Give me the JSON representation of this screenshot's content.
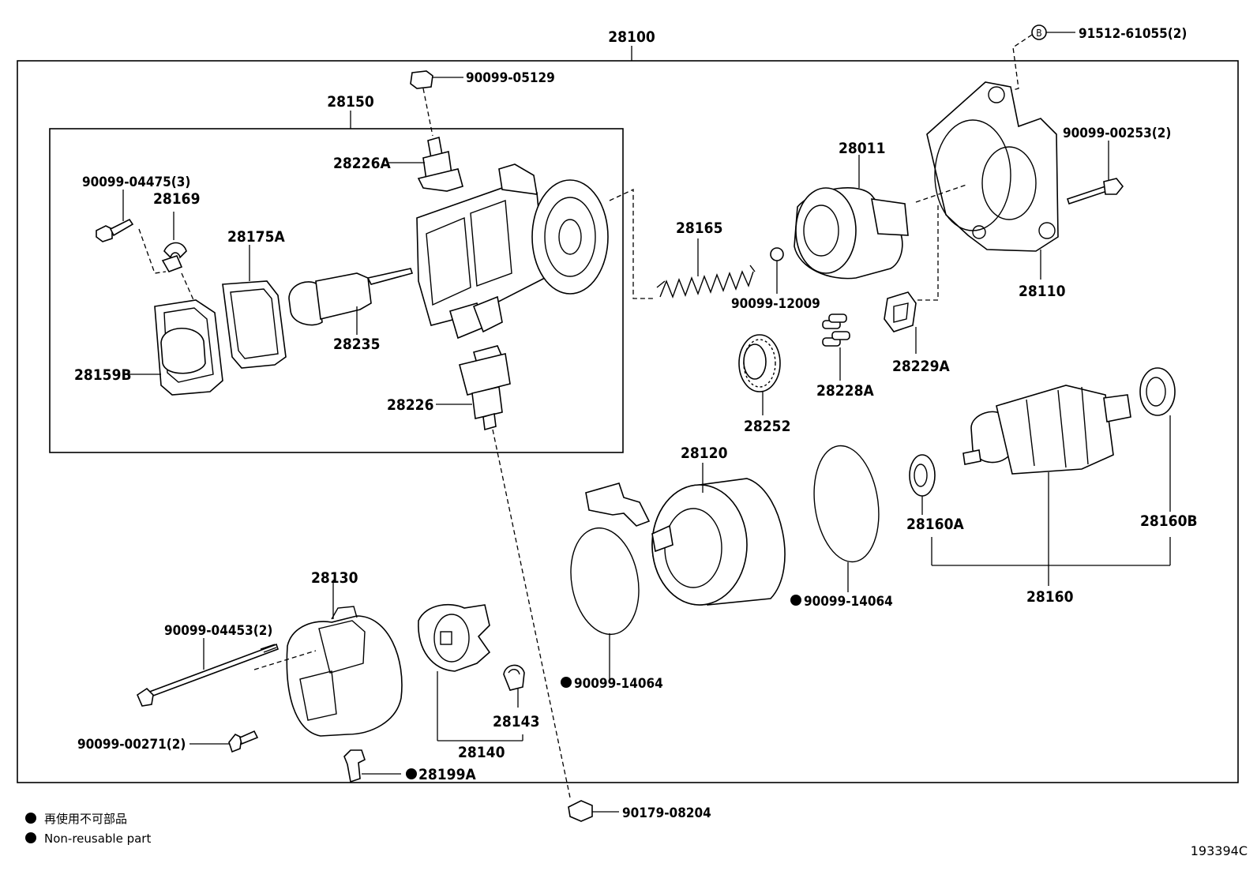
{
  "assembly": {
    "main": "28100",
    "sub_assembly": "28150",
    "diagram_code": "193394C"
  },
  "labels": {
    "p90099_05129": "90099-05129",
    "p91512_61055": "91512-61055(2)",
    "p91512_marker": "B",
    "p28226A": "28226A",
    "p90099_04475": "90099-04475(3)",
    "p28169": "28169",
    "p28175A": "28175A",
    "p28235": "28235",
    "p28159B": "28159B",
    "p28226": "28226",
    "p28165": "28165",
    "p28011": "28011",
    "p90099_12009": "90099-12009",
    "p90099_00253": "90099-00253(2)",
    "p28110": "28110",
    "p28229A": "28229A",
    "p28228A": "28228A",
    "p28252": "28252",
    "p28120": "28120",
    "p28160A": "28160A",
    "p28160B": "28160B",
    "p28160": "28160",
    "p90099_14064_a": "90099-14064",
    "p90099_14064_b": "90099-14064",
    "p28130": "28130",
    "p90099_04453": "90099-04453(2)",
    "p90099_00271": "90099-00271(2)",
    "p28199A": "28199A",
    "p28140": "28140",
    "p28143": "28143",
    "p90179_08204": "90179-08204"
  },
  "legend": {
    "japanese": "再使用不可部品",
    "english": "Non-reusable part"
  }
}
